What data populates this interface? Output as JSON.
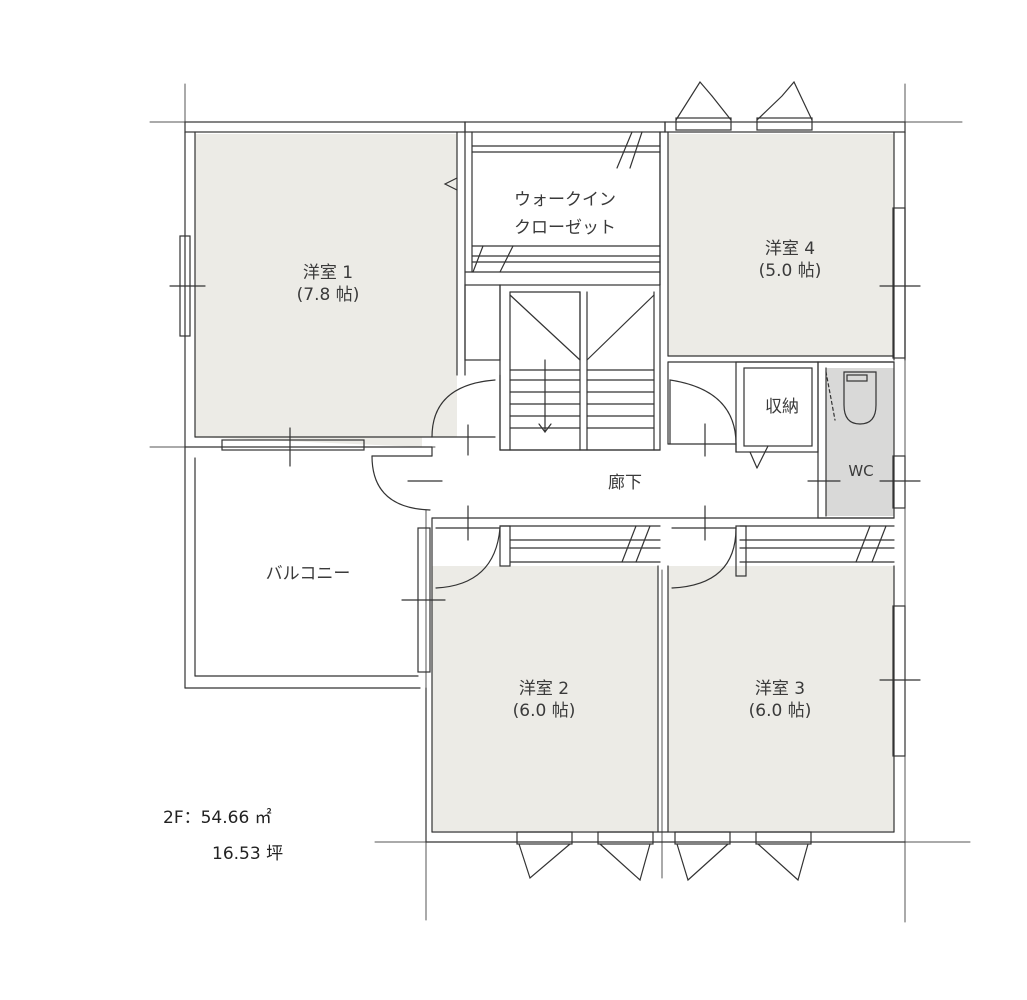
{
  "rooms": {
    "western1": {
      "name": "洋室 1",
      "size": "(7.8 帖)"
    },
    "wic": {
      "line1": "ウォークイン",
      "line2": "クローゼット"
    },
    "western4": {
      "name": "洋室 4",
      "size": "(5.0 帖)"
    },
    "storage": {
      "name": "収納"
    },
    "wc": {
      "name": "WC"
    },
    "hallway": {
      "name": "廊下"
    },
    "balcony": {
      "name": "バルコニー"
    },
    "western2": {
      "name": "洋室 2",
      "size": "(6.0 帖)"
    },
    "western3": {
      "name": "洋室 3",
      "size": "(6.0 帖)"
    }
  },
  "area": {
    "floor_m2": "2F：54.66 ㎡",
    "tsubo": "16.53 坪"
  },
  "colors": {
    "room_fill": "#ecebe6",
    "wc_fill": "#d9d9d8",
    "wall": "#333333"
  }
}
